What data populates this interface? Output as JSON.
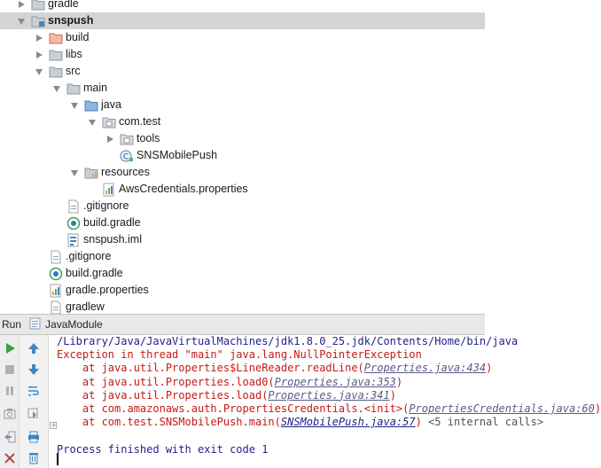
{
  "tree": {
    "items": [
      {
        "label": "gradle",
        "indent": 0,
        "arrow": "right",
        "icon": "folder-icon"
      },
      {
        "label": "snspush",
        "indent": 0,
        "arrow": "down",
        "icon": "module-folder-icon",
        "selected": true
      },
      {
        "label": "build",
        "indent": 1,
        "arrow": "right",
        "icon": "excluded-folder-icon"
      },
      {
        "label": "libs",
        "indent": 1,
        "arrow": "right",
        "icon": "folder-icon"
      },
      {
        "label": "src",
        "indent": 1,
        "arrow": "down",
        "icon": "folder-icon"
      },
      {
        "label": "main",
        "indent": 2,
        "arrow": "down",
        "icon": "folder-icon"
      },
      {
        "label": "java",
        "indent": 3,
        "arrow": "down",
        "icon": "source-folder-icon"
      },
      {
        "label": "com.test",
        "indent": 4,
        "arrow": "down",
        "icon": "package-icon"
      },
      {
        "label": "tools",
        "indent": 5,
        "arrow": "right",
        "icon": "package-icon"
      },
      {
        "label": "SNSMobilePush",
        "indent": 5,
        "arrow": "none",
        "icon": "java-class-icon"
      },
      {
        "label": "resources",
        "indent": 3,
        "arrow": "down",
        "icon": "resources-folder-icon"
      },
      {
        "label": "AwsCredentials.properties",
        "indent": 4,
        "arrow": "none",
        "icon": "properties-file-icon"
      },
      {
        "label": ".gitignore",
        "indent": 2,
        "arrow": "none",
        "icon": "text-file-icon"
      },
      {
        "label": "build.gradle",
        "indent": 2,
        "arrow": "none",
        "icon": "gradle-file-icon"
      },
      {
        "label": "snspush.iml",
        "indent": 2,
        "arrow": "none",
        "icon": "iml-file-icon"
      },
      {
        "label": ".gitignore",
        "indent": 1,
        "arrow": "none",
        "icon": "text-file-icon"
      },
      {
        "label": "build.gradle",
        "indent": 1,
        "arrow": "none",
        "icon": "gradle-file-icon"
      },
      {
        "label": "gradle.properties",
        "indent": 1,
        "arrow": "none",
        "icon": "properties-file-icon"
      },
      {
        "label": "gradlew",
        "indent": 1,
        "arrow": "none",
        "icon": "text-file-icon"
      }
    ]
  },
  "runbar": {
    "title": "Run",
    "tab_label": "JavaModule"
  },
  "console": {
    "lines": [
      {
        "segments": [
          {
            "text": "/Library/Java/JavaVirtualMachines/jdk1.8.0_25.jdk/Contents/Home/bin/java",
            "style": "path"
          }
        ]
      },
      {
        "segments": [
          {
            "text": "Exception in thread \"main\" java.lang.NullPointerException",
            "style": "err"
          }
        ]
      },
      {
        "segments": [
          {
            "text": "    at java.util.Properties$LineReader.readLine(",
            "style": "err"
          },
          {
            "text": "Properties.java:434",
            "style": "link-dim"
          },
          {
            "text": ")",
            "style": "err"
          }
        ]
      },
      {
        "segments": [
          {
            "text": "    at java.util.Properties.load0(",
            "style": "err"
          },
          {
            "text": "Properties.java:353",
            "style": "link-dim"
          },
          {
            "text": ")",
            "style": "err"
          }
        ]
      },
      {
        "segments": [
          {
            "text": "    at java.util.Properties.load(",
            "style": "err"
          },
          {
            "text": "Properties.java:341",
            "style": "link-dim"
          },
          {
            "text": ")",
            "style": "err"
          }
        ]
      },
      {
        "segments": [
          {
            "text": "    at com.amazonaws.auth.PropertiesCredentials.<init>(",
            "style": "err"
          },
          {
            "text": "PropertiesCredentials.java:60",
            "style": "link-dim"
          },
          {
            "text": ")",
            "style": "err"
          }
        ]
      },
      {
        "segments": [
          {
            "text": "    at com.test.SNSMobilePush.main(",
            "style": "err"
          },
          {
            "text": "SNSMobilePush.java:57",
            "style": "link"
          },
          {
            "text": ") ",
            "style": "err"
          },
          {
            "text": "<5 internal calls>",
            "style": "gray"
          }
        ]
      },
      {
        "segments": [
          {
            "text": "",
            "style": "ok"
          }
        ]
      },
      {
        "segments": [
          {
            "text": "Process finished with exit code 1",
            "style": "ok"
          }
        ]
      }
    ]
  }
}
